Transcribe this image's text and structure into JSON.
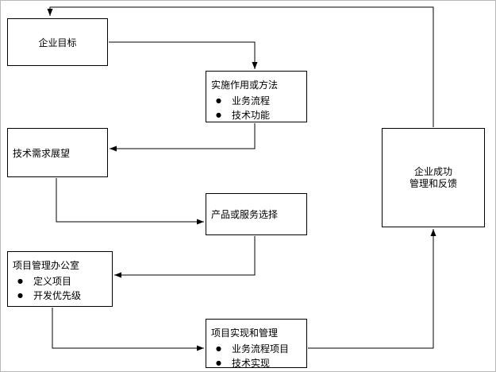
{
  "diagram": {
    "bullet": "●",
    "boxes": {
      "enterprise_goals": {
        "title": "企业目标"
      },
      "implementation": {
        "title": "实施作用或方法",
        "items": [
          "业务流程",
          "技术功能"
        ]
      },
      "tech_outlook": {
        "title": "技术需求展望"
      },
      "product_selection": {
        "title": "产品或服务选择"
      },
      "pmo": {
        "title": "项目管理办公室",
        "items": [
          "定义项目",
          "开发优先级"
        ]
      },
      "realization": {
        "title": "项目实现和管理",
        "items": [
          "业务流程项目",
          "技术实现"
        ]
      },
      "success": {
        "line1": "企业成功",
        "line2": "管理和反馈"
      }
    },
    "colors": {
      "background": "#ffffff",
      "box_fill": "#ffffff",
      "box_border": "#000000",
      "line": "#000000"
    }
  }
}
